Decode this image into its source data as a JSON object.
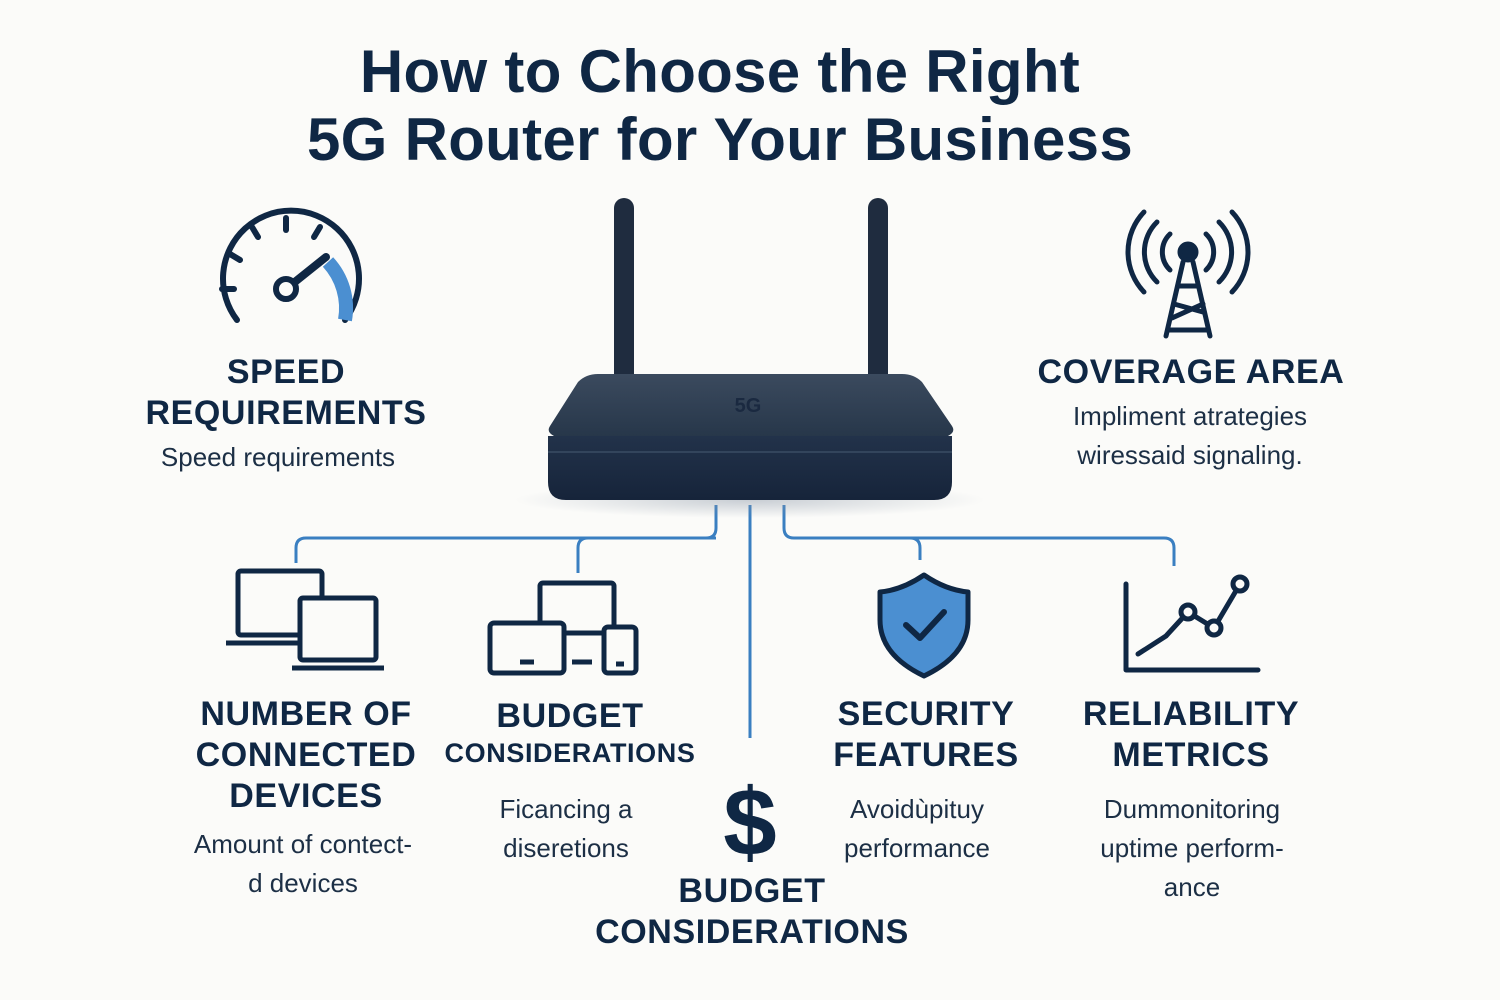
{
  "title": {
    "line1": "How to Choose the Right",
    "line2": "5G Router for Your Business"
  },
  "router": {
    "label": "5G"
  },
  "colors": {
    "navy": "#0f2744",
    "accent": "#4b8fd1",
    "line": "#3a7fc1"
  },
  "sections": {
    "speed": {
      "icon": "speedometer-icon",
      "heading": [
        "SPEED",
        "REQUIREMENTS"
      ],
      "desc": [
        "Speed requirements"
      ]
    },
    "coverage": {
      "icon": "cell-tower-icon",
      "heading": [
        "COVERAGE AREA"
      ],
      "desc": [
        "Impliment atrategies",
        "wiressaid signaling."
      ]
    },
    "devices": {
      "icon": "laptops-icon",
      "heading": [
        "NUMBER OF",
        "CONNECTED",
        "DEVICES"
      ],
      "desc": [
        "Amount of contect-",
        "d devices"
      ]
    },
    "budget_top": {
      "icon": "devices-icon",
      "heading": [
        "BUDGET",
        "CONSIDERATIONS"
      ],
      "desc": [
        "Ficancing a",
        "diseretions"
      ]
    },
    "budget_bottom": {
      "icon": "dollar-icon",
      "symbol": "$",
      "heading": [
        "BUDGET",
        "CONSIDERATIONS"
      ]
    },
    "security": {
      "icon": "shield-check-icon",
      "heading": [
        "SECURITY",
        "FEATURES"
      ],
      "desc": [
        "Avoidùpituy",
        "performance"
      ]
    },
    "reliability": {
      "icon": "line-chart-icon",
      "heading": [
        "RELIABILITY",
        "METRICS"
      ],
      "desc": [
        "Dummonitoring",
        "uptime perform-",
        "ance"
      ]
    }
  }
}
